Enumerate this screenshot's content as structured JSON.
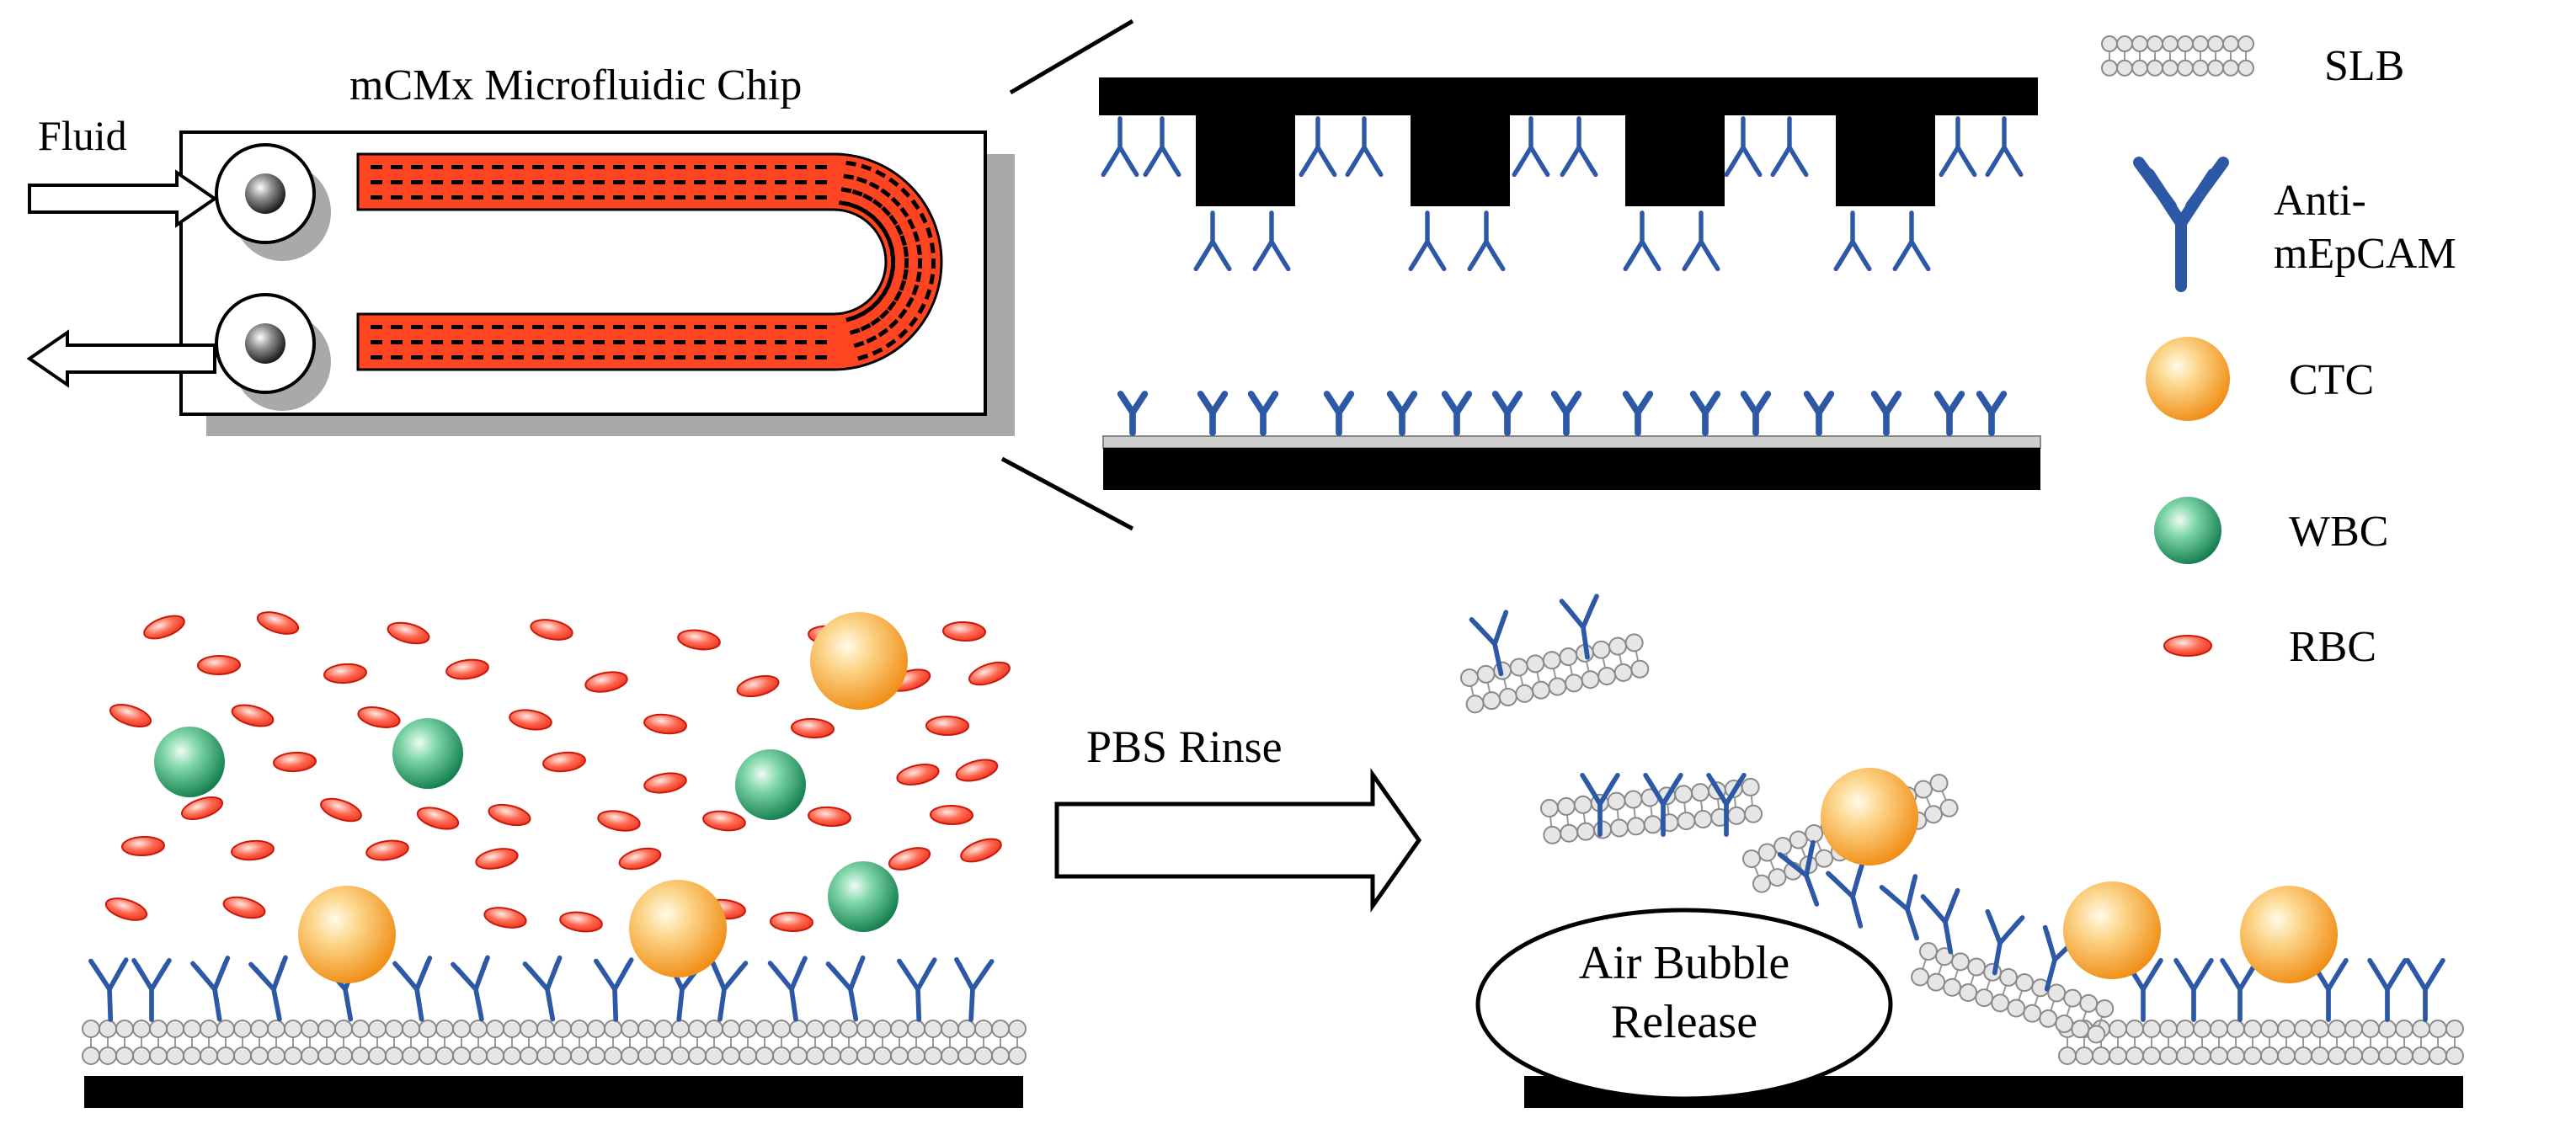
{
  "labels": {
    "chip_title": "mCMx Microfluidic Chip",
    "fluid": "Fluid",
    "rinse": "PBS Rinse",
    "bubble_line1": "Air Bubble",
    "bubble_line2": "Release"
  },
  "legend": [
    {
      "key": "slb",
      "label": "SLB"
    },
    {
      "key": "antibody",
      "label_line1": "Anti-",
      "label_line2": "mEpCAM"
    },
    {
      "key": "ctc",
      "label": "CTC"
    },
    {
      "key": "wbc",
      "label": "WBC"
    },
    {
      "key": "rbc",
      "label": "RBC"
    }
  ],
  "colors": {
    "channel": "#ff4422",
    "antibody": "#2c58a6",
    "ctc": "#f6a32c",
    "wbc": "#1f9a66",
    "rbc": "#ff3d2b",
    "lipid": "#e6e6e6",
    "substrate": "#000000"
  }
}
